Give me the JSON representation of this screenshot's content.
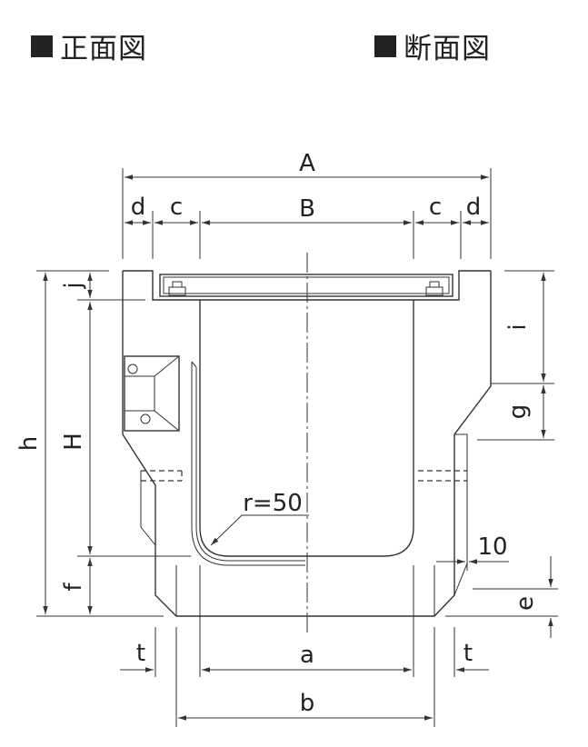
{
  "titles": {
    "front_view": "正面図",
    "section_view": "断面図"
  },
  "dimensions": {
    "A": "A",
    "B": "B",
    "c_left": "c",
    "c_right": "c",
    "d_left": "d",
    "d_right": "d",
    "h": "h",
    "H": "H",
    "j": "j",
    "f": "f",
    "i": "i",
    "g": "g",
    "e": "e",
    "radius": "r=50",
    "ten": "10",
    "a": "a",
    "b": "b",
    "t_left": "t",
    "t_right": "t"
  },
  "colors": {
    "line": "#333333",
    "text": "#222222"
  }
}
